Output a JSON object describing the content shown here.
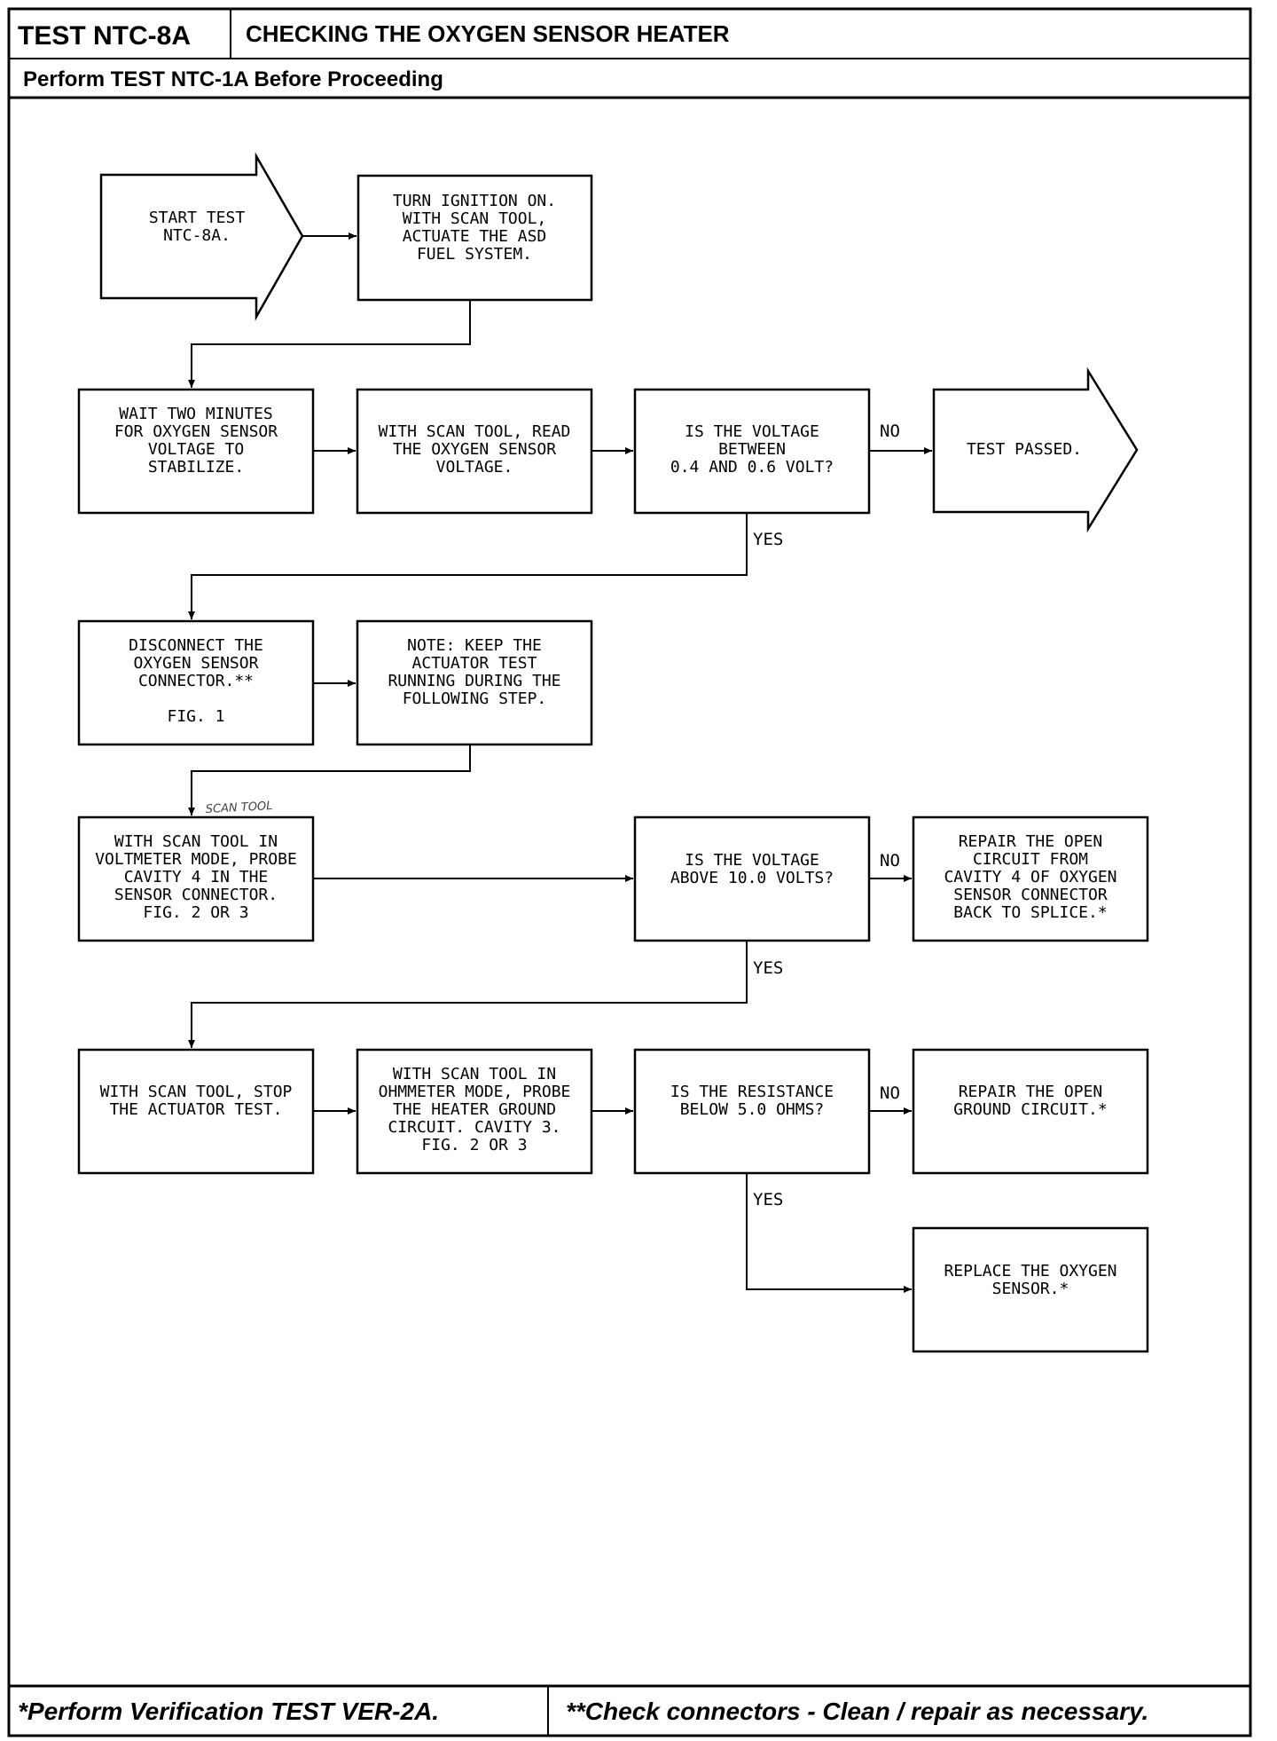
{
  "header": {
    "test_id": "TEST NTC-8A",
    "title": "CHECKING THE OXYGEN SENSOR HEATER",
    "prerequisite": "Perform TEST NTC-1A Before Proceeding"
  },
  "footer": {
    "left_note": "*Perform Verification TEST VER-2A.",
    "right_note": "**Check connectors - Clean / repair as necessary."
  },
  "nodes": {
    "start": [
      "START TEST",
      "NTC-8A."
    ],
    "step1": [
      "TURN IGNITION ON.",
      "WITH SCAN TOOL,",
      "ACTUATE THE ASD",
      "FUEL SYSTEM."
    ],
    "step2": [
      "WAIT TWO MINUTES",
      "FOR OXYGEN SENSOR",
      "VOLTAGE TO",
      "STABILIZE."
    ],
    "step3": [
      "WITH SCAN TOOL, READ",
      "THE OXYGEN SENSOR",
      "VOLTAGE."
    ],
    "decision1": [
      "IS THE VOLTAGE",
      "BETWEEN",
      "0.4 AND 0.6 VOLT?"
    ],
    "passed": [
      "TEST PASSED."
    ],
    "step4": [
      "DISCONNECT THE",
      "OXYGEN SENSOR",
      "CONNECTOR.**",
      "",
      "FIG. 1"
    ],
    "step5": [
      "NOTE: KEEP THE",
      "ACTUATOR TEST",
      "RUNNING DURING THE",
      "FOLLOWING STEP."
    ],
    "step6": [
      "WITH SCAN TOOL IN",
      "VOLTMETER MODE, PROBE",
      "CAVITY 4 IN THE",
      "SENSOR CONNECTOR.",
      "FIG. 2 OR 3"
    ],
    "decision2": [
      "IS THE VOLTAGE",
      "ABOVE 10.0 VOLTS?"
    ],
    "repair1": [
      "REPAIR THE OPEN",
      "CIRCUIT FROM",
      "CAVITY 4 OF OXYGEN",
      "SENSOR CONNECTOR",
      "BACK TO SPLICE.*"
    ],
    "step7": [
      "WITH SCAN TOOL, STOP",
      "THE ACTUATOR TEST."
    ],
    "step8": [
      "WITH SCAN TOOL IN",
      "OHMMETER MODE, PROBE",
      "THE HEATER GROUND",
      "CIRCUIT. CAVITY 3.",
      "FIG. 2 OR 3"
    ],
    "decision3": [
      "IS THE RESISTANCE",
      "BELOW 5.0 OHMS?"
    ],
    "repair2": [
      "REPAIR THE OPEN",
      "GROUND CIRCUIT.*"
    ],
    "replace": [
      "REPLACE THE OXYGEN",
      "SENSOR.*"
    ]
  },
  "labels": {
    "no": "NO",
    "yes": "YES",
    "handwritten": "SCAN TOOL"
  }
}
